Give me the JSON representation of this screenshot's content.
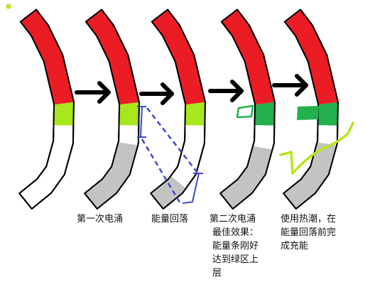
{
  "colors": {
    "red": "#ec1c24",
    "lime": "#a8e61d",
    "green": "#22b14c",
    "gray": "#c3c3c3",
    "black": "#000000",
    "blue_dashed": "#3f48cc",
    "sketch_green": "#b5e61d"
  },
  "captions": {
    "first_surge": "第一次电涌",
    "energy_fall": "能量回落",
    "second_surge": {
      "line1": "第二次电涌",
      "line2": "最佳效果：",
      "line3": "能量条刚好",
      "line4": "达到绿区上",
      "line5": "层"
    },
    "use_tide": {
      "line1": "使用热潮，在",
      "line2": "能量回落前完",
      "line3": "成充能"
    }
  }
}
